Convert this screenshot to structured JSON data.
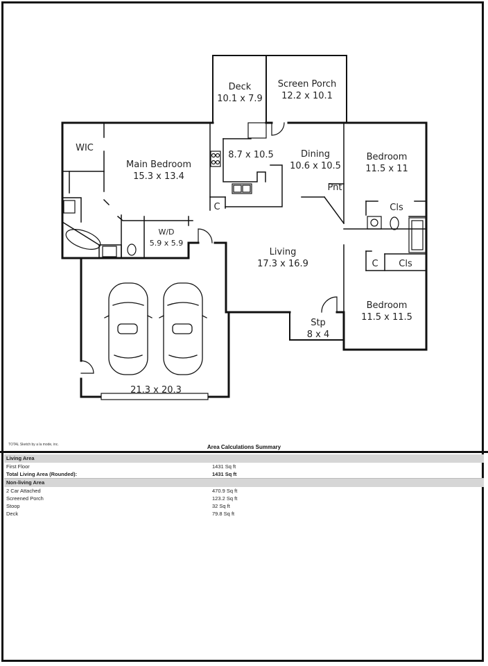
{
  "rooms": {
    "deck": {
      "name": "Deck",
      "dims": "10.1 x 7.9"
    },
    "screen_porch": {
      "name": "Screen Porch",
      "dims": "12.2 x 10.1"
    },
    "wic": {
      "name": "WIC"
    },
    "main_bedroom": {
      "name": "Main Bedroom",
      "dims": "15.3 x 13.4"
    },
    "kitchen": {
      "dims": "8.7 x 10.5"
    },
    "dining": {
      "name": "Dining",
      "dims": "10.6 x 10.5"
    },
    "bedroom1": {
      "name": "Bedroom",
      "dims": "11.5 x 11"
    },
    "pantry": {
      "name": "Pnt"
    },
    "closet_kitchen": {
      "name": "C"
    },
    "closet_bed1": {
      "name": "Cls"
    },
    "wd": {
      "name": "W/D",
      "dims": "5.9 x 5.9"
    },
    "living": {
      "name": "Living",
      "dims": "17.3 x 16.9"
    },
    "closet_hall": {
      "name": "C"
    },
    "closet_bed2": {
      "name": "Cls"
    },
    "bedroom2": {
      "name": "Bedroom",
      "dims": "11.5 x 11.5"
    },
    "stoop": {
      "name": "Stp",
      "dims": "8 x 4"
    },
    "garage": {
      "dims": "21.3 x 20.3"
    }
  },
  "footer": {
    "credit": "TOTAL Sketch by a la mode, inc.",
    "summary_title": "Area Calculations Summary"
  },
  "area_summary": {
    "living_header": "Living Area",
    "living_rows": [
      {
        "label": "First Floor",
        "value": "1431 Sq ft"
      }
    ],
    "total_label": "Total Living Area (Rounded):",
    "total_value": "1431 Sq ft",
    "nonliving_header": "Non-living Area",
    "nonliving_rows": [
      {
        "label": "2 Car Attached",
        "value": "470.9 Sq ft"
      },
      {
        "label": "Screened Porch",
        "value": "123.2 Sq ft"
      },
      {
        "label": "Stoop",
        "value": "32 Sq ft"
      },
      {
        "label": "Deck",
        "value": "79.8 Sq ft"
      }
    ]
  }
}
